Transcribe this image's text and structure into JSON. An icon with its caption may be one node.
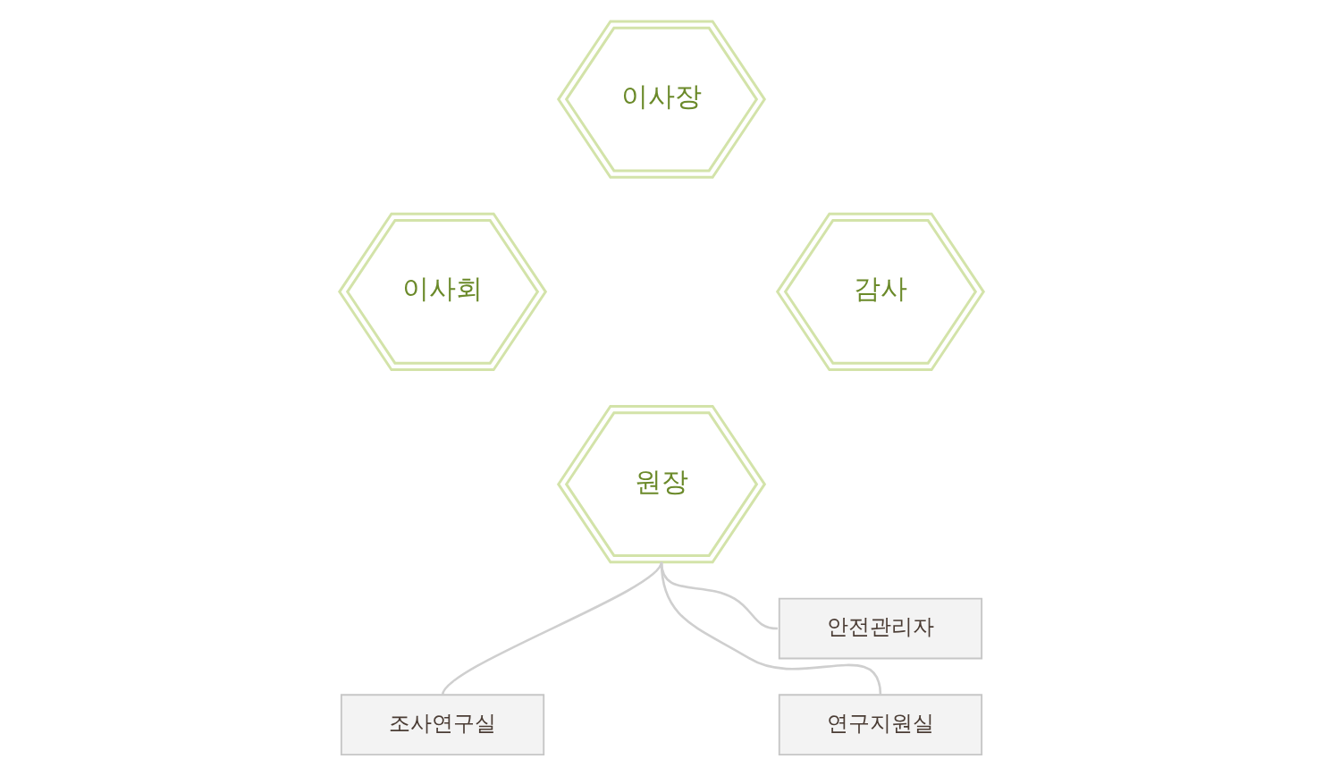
{
  "diagram": {
    "nodes": [
      {
        "text": [
          "이사장"
        ]
      },
      {
        "text": [
          "이사회"
        ]
      },
      {
        "text": [
          "감사"
        ]
      },
      {
        "text": [
          "원장"
        ]
      },
      {
        "text": [
          "안전관리자"
        ]
      },
      {
        "text": [
          "조사연구실"
        ]
      },
      {
        "text": [
          "연구지원실"
        ]
      }
    ],
    "edges": [
      {
        "from": 3,
        "to": 4,
        "arrow": "none"
      },
      {
        "from": 3,
        "to": 5,
        "arrow": "none"
      },
      {
        "from": 3,
        "to": 6,
        "arrow": "none"
      }
    ]
  }
}
